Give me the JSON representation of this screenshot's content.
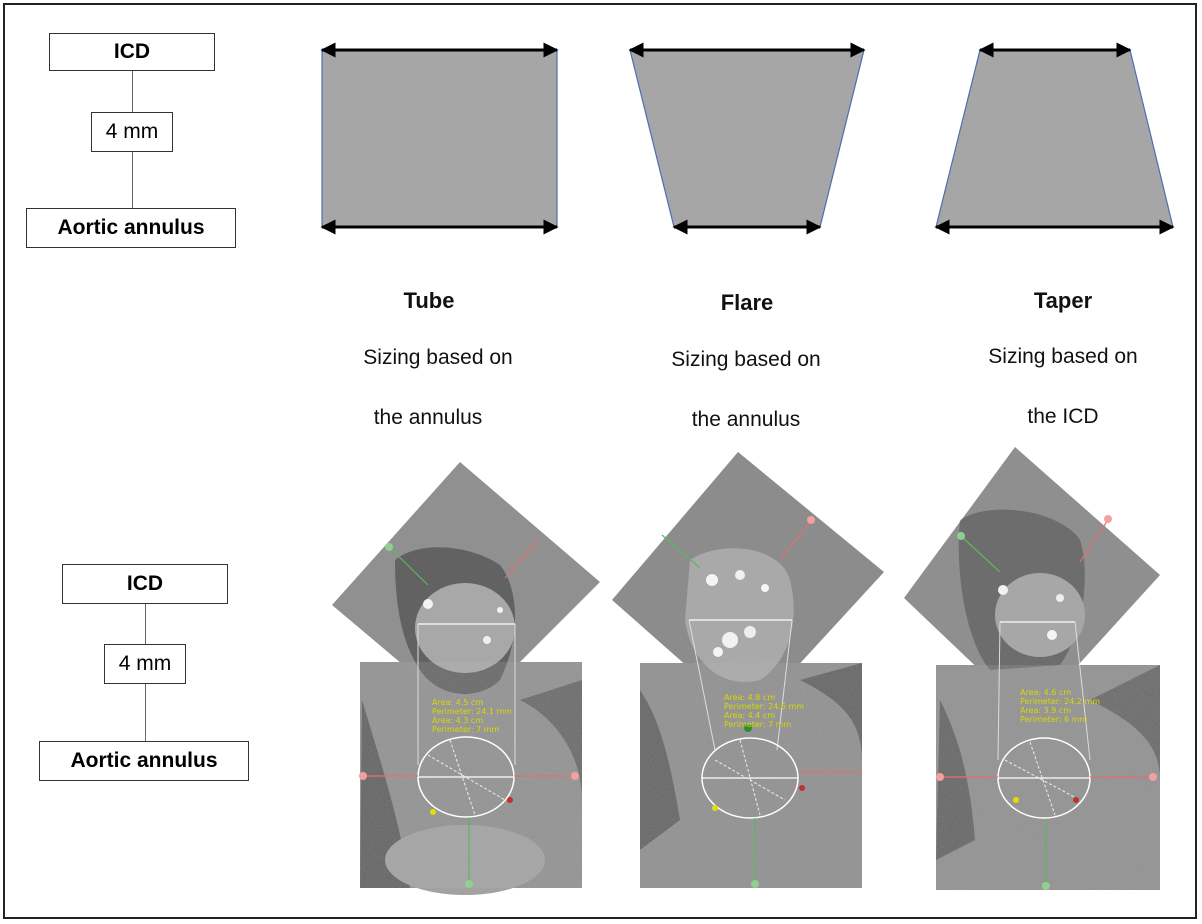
{
  "schematic_top": {
    "icd_label": "ICD",
    "distance_label": "4 mm",
    "annulus_label": "Aortic annulus"
  },
  "schematic_bottom": {
    "icd_label": "ICD",
    "distance_label": "4 mm",
    "annulus_label": "Aortic annulus"
  },
  "shapes": [
    {
      "title": "Tube",
      "desc_line1": "Sizing based on",
      "desc_line2": "the annulus"
    },
    {
      "title": "Flare",
      "desc_line1": "Sizing based on",
      "desc_line2": "the annulus"
    },
    {
      "title": "Taper",
      "desc_line1": "Sizing based on",
      "desc_line2": "the ICD"
    }
  ],
  "colors": {
    "shape_fill": "#a6a6a6",
    "shape_edge": "#4a6fb5",
    "arrow": "#000000",
    "ct_tissue": "#8f8f8f",
    "ct_fat": "#3c3c3c",
    "annotation_yellow": "#d8d800"
  }
}
